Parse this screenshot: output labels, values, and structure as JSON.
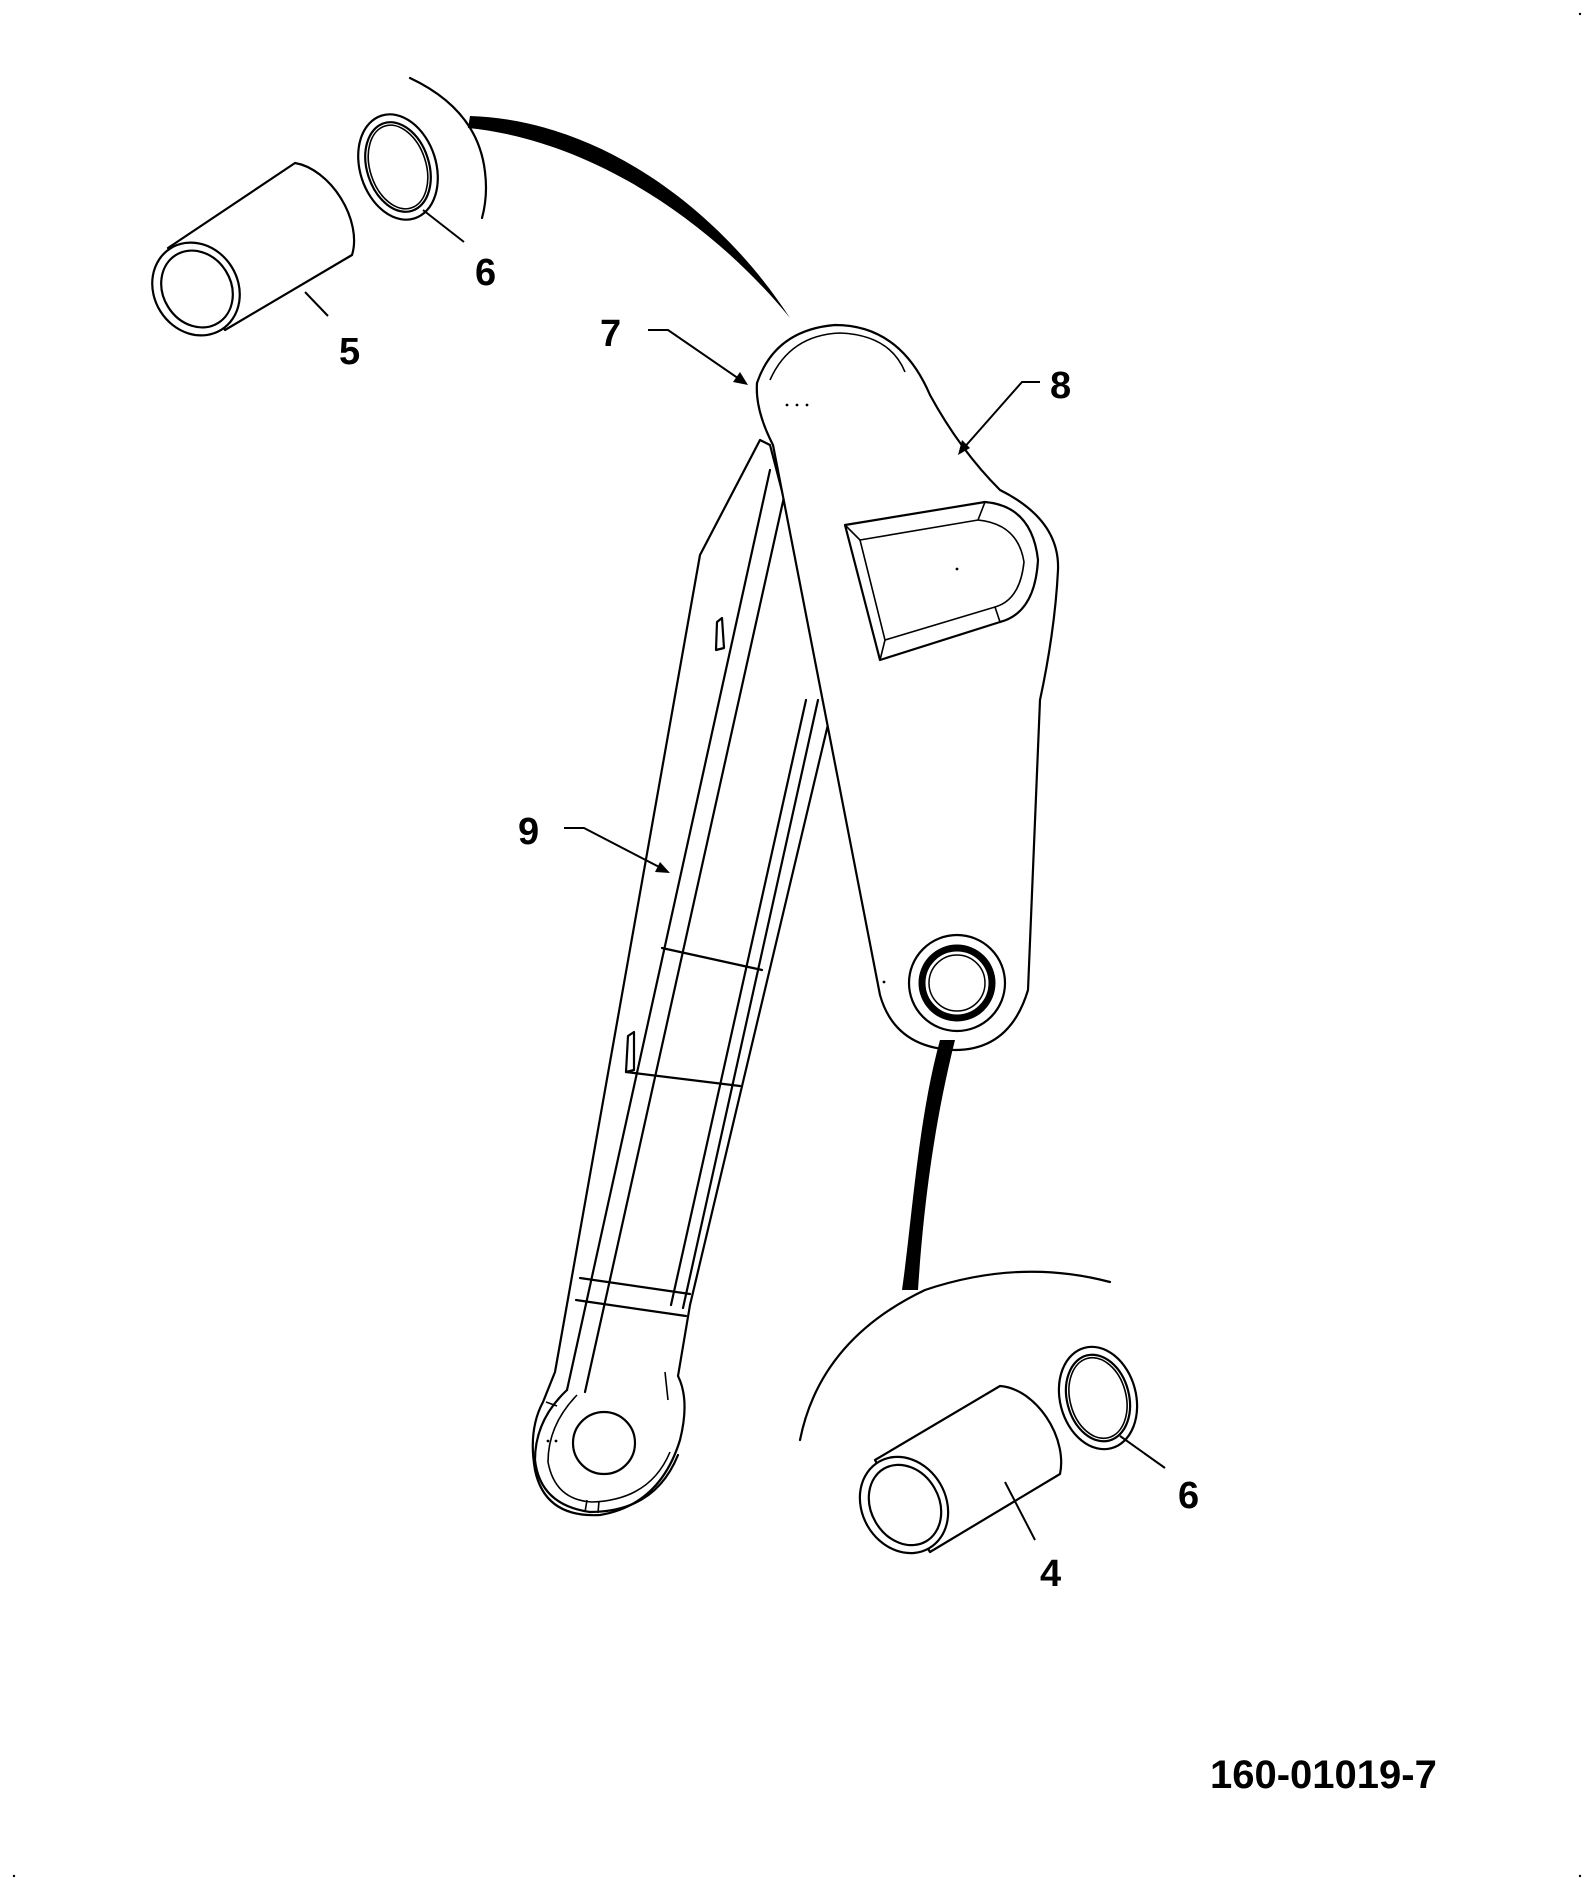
{
  "callouts": {
    "c4": "4",
    "c5": "5",
    "c6_top": "6",
    "c6_bottom": "6",
    "c7": "7",
    "c8": "8",
    "c9": "9"
  },
  "document_number": "160-01019-7",
  "colors": {
    "line": "#000000",
    "background": "#ffffff"
  }
}
